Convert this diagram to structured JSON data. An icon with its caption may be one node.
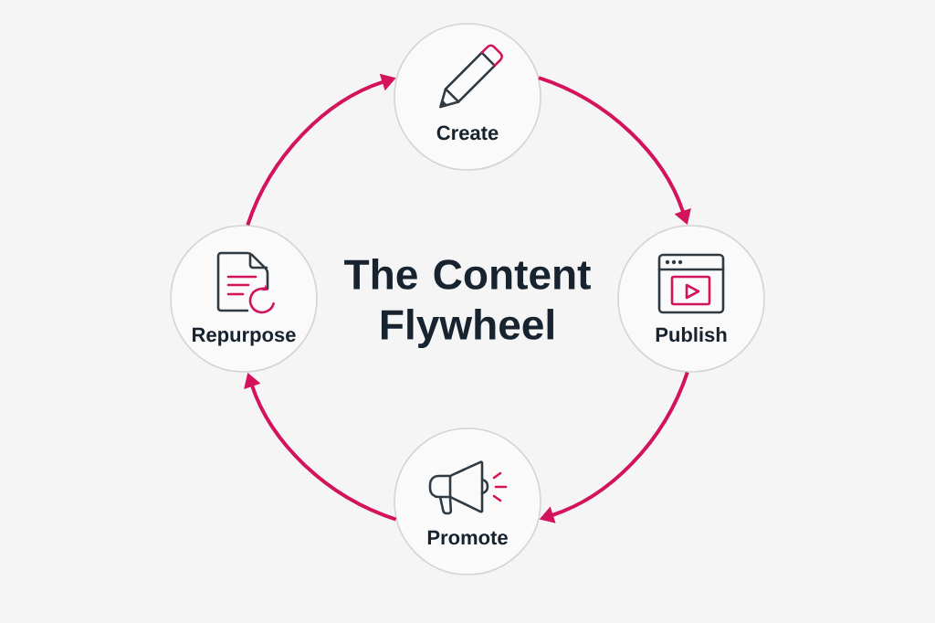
{
  "diagram": {
    "title": "The Content Flywheel",
    "nodes": [
      {
        "text": [
          "Create"
        ]
      },
      {
        "text": [
          "Publish"
        ]
      },
      {
        "text": [
          "Promote"
        ]
      },
      {
        "text": [
          "Repurpose"
        ]
      }
    ],
    "edges": [
      {
        "from": 0,
        "to": 1,
        "arrow": "to"
      },
      {
        "from": 1,
        "to": 2,
        "arrow": "to"
      },
      {
        "from": 2,
        "to": 3,
        "arrow": "to"
      },
      {
        "from": 3,
        "to": 0,
        "arrow": "to"
      }
    ]
  }
}
